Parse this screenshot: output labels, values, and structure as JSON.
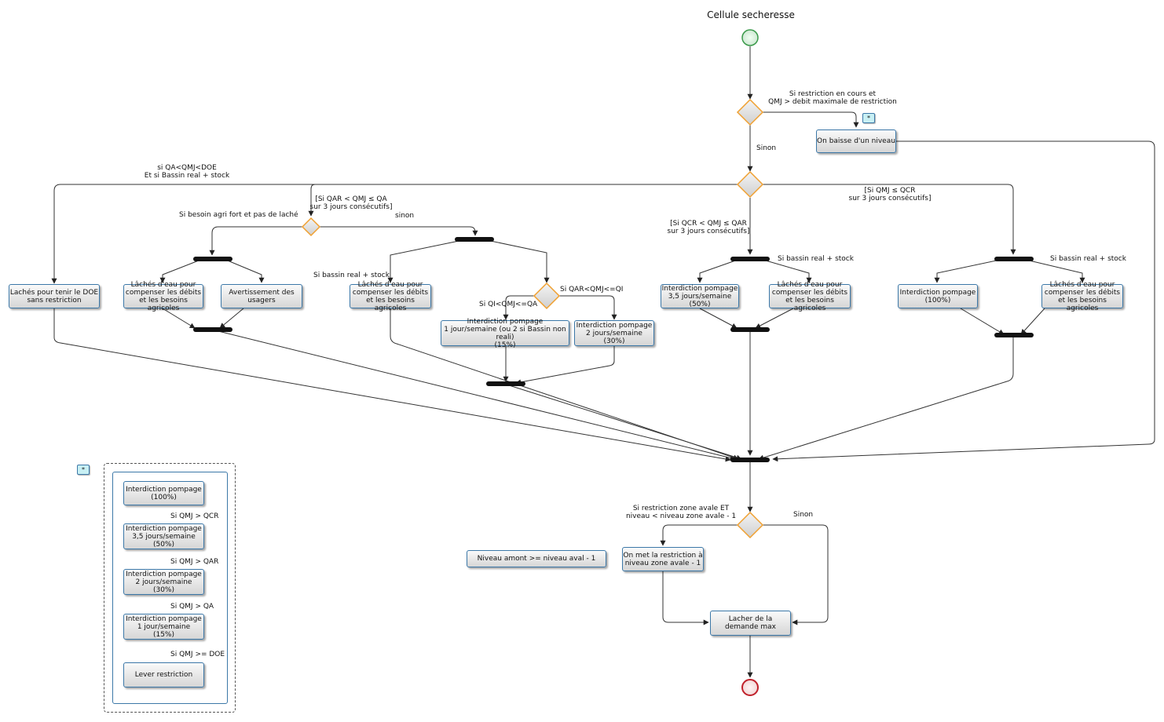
{
  "title": "Cellule secheresse",
  "boxes": {
    "baisse": "On baisse d'un niveau",
    "laches_doe": "Lachés pour tenir le DOE\nsans restriction",
    "laches_agri1": "Lâchés d'eau pour\ncompenser les débits\net les besoins agricoles",
    "avertissement": "Avertissement des\nusagers",
    "laches_agri2": "Lâchés d'eau pour\ncompenser les débits\net les besoins agricoles",
    "interdiction_15": "Interdiction pompage\n1 jour/semaine (ou 2 si Bassin non reali)\n(15%)",
    "interdiction_30": "Interdiction pompage\n2 jours/semaine\n(30%)",
    "interdiction_50": "Interdiction pompage\n3,5 jours/semaine\n(50%)",
    "laches_agri3": "Lâchés d'eau pour\ncompenser les débits\net les besoins agricoles",
    "interdiction_100": "Interdiction pompage\n(100%)",
    "laches_agri4": "Lâchés d'eau pour\ncompenser les débits\net les besoins agricoles",
    "niveau_amont": "Niveau amont >= niveau aval - 1",
    "restriction_aval": "On met la restriction à\nniveau zone avale - 1",
    "lacher_max": "Lacher de la\ndemande max"
  },
  "labels": {
    "restriction_cours": "Si restriction en cours et\nQMJ > debit maximale de restriction",
    "sinon1": "Sinon",
    "qa_doe": "si QA<QMJ<DOE\nEt si Bassin real + stock",
    "qar_qa": "[Si QAR < QMJ ≤ QA\nsur 3 jours consécutifs]",
    "besoin_agri": "Si besoin agri fort et pas de laché",
    "sinon2": "sinon",
    "bassin_stock1": "Si bassin real + stock",
    "qar_qi": "Si QAR<QMJ<=QI",
    "qi_qa": "Si QI<QMJ<=QA",
    "qcr_qar": "[Si QCR < QMJ ≤ QAR\nsur 3 jours consécutifs]",
    "bassin_stock2": "Si bassin real + stock",
    "qmj_qcr": "[Si QMJ ≤ QCR\nsur 3 jours consécutifs]",
    "bassin_stock3": "Si bassin real + stock",
    "zone_aval": "Si restriction zone avale ET\nniveau < niveau zone avale - 1",
    "sinon3": "Sinon"
  },
  "notes": {
    "star1": "*",
    "star2": "*"
  },
  "legend": {
    "items": [
      "Interdiction pompage\n(100%)",
      "Interdiction pompage\n3,5 jours/semaine\n(50%)",
      "Interdiction pompage\n2 jours/semaine\n(30%)",
      "Interdiction pompage\n1 jour/semaine\n(15%)",
      "Lever restriction"
    ],
    "transitions": [
      "Si QMJ > QCR",
      "Si QMJ > QAR",
      "Si QMJ > QA",
      "Si QMJ >= DOE"
    ]
  },
  "colors": {
    "box_border": "#3c78a8",
    "diamond_border": "#f0a030",
    "start": "#3a9a4a",
    "end": "#c0202a",
    "note_fill": "#c8f0f4"
  }
}
